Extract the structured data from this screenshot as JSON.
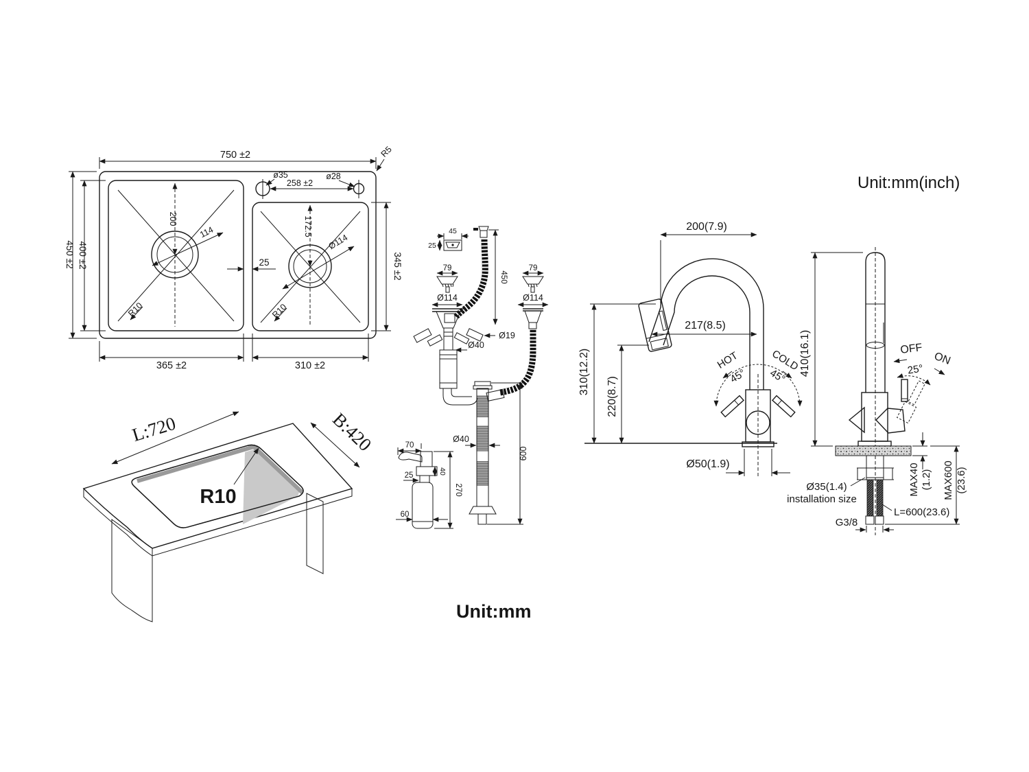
{
  "page": {
    "background": "#ffffff",
    "line_color": "#1a1a1a"
  },
  "units": {
    "drawing_mm": "Unit:mm",
    "drawing_mm_inch": "Unit:mm(inch)"
  },
  "sink_top_view": {
    "overall_width": "750 ±2",
    "edge_radius": "R5",
    "hole_left_dia": "ø35",
    "hole_right_dia": "ø28",
    "hole_spacing": "258 ±2",
    "overall_depth": "450 ±2",
    "bowl_depth": "400 ±2",
    "left_drain_offset": "200",
    "left_drain_dia": "114",
    "left_corner_radius": "R10",
    "bowl_gap": "25",
    "right_drain_offset": "172.5",
    "right_drain_dia": "Ø114",
    "right_corner_radius": "R10",
    "right_bowl_depth": "345 ±2",
    "left_bowl_width": "365 ±2",
    "right_bowl_width": "310 ±2"
  },
  "cutout_view": {
    "cutout_length": "L:720",
    "cutout_width": "B:420",
    "cutout_radius": "R10"
  },
  "drain_kit": {
    "overflow_width": "45",
    "overflow_height": "25",
    "overflow_hose_length": "450",
    "strainer_left_width": "79",
    "strainer_right_width": "79",
    "strainer_left_dia": "Ø114",
    "strainer_right_dia": "Ø114",
    "overflow_pipe_dia": "Ø19",
    "tailpiece_dia": "Ø40",
    "drain_pipe_dia": "Ø40",
    "drain_pipe_length": "600",
    "dispenser_spout_reach": "70",
    "dispenser_neck": "25",
    "dispenser_pump_height": "40",
    "dispenser_height": "270",
    "dispenser_bottle_dia": "60"
  },
  "faucet_side": {
    "spout_reach": "200(7.9)",
    "outlet_reach": "217(8.5)",
    "spout_height": "310(12.2)",
    "outlet_height": "220(8.7)",
    "hot_label": "HOT",
    "hot_angle": "45°",
    "cold_label": "COLD",
    "cold_angle": "45°",
    "base_dia": "Ø50(1.9)"
  },
  "faucet_install": {
    "total_height": "410(16.1)",
    "off_label": "OFF",
    "on_label": "ON",
    "handle_angle": "25°",
    "counter_thickness_max": "MAX40",
    "counter_thickness_max_inch": "(1.2)",
    "below_counter_max": "MAX600",
    "below_counter_max_inch": "(23.6)",
    "hole_dia": "Ø35(1.4)",
    "hole_note": "installation size",
    "hose_length": "L=600(23.6)",
    "thread_size": "G3/8"
  }
}
